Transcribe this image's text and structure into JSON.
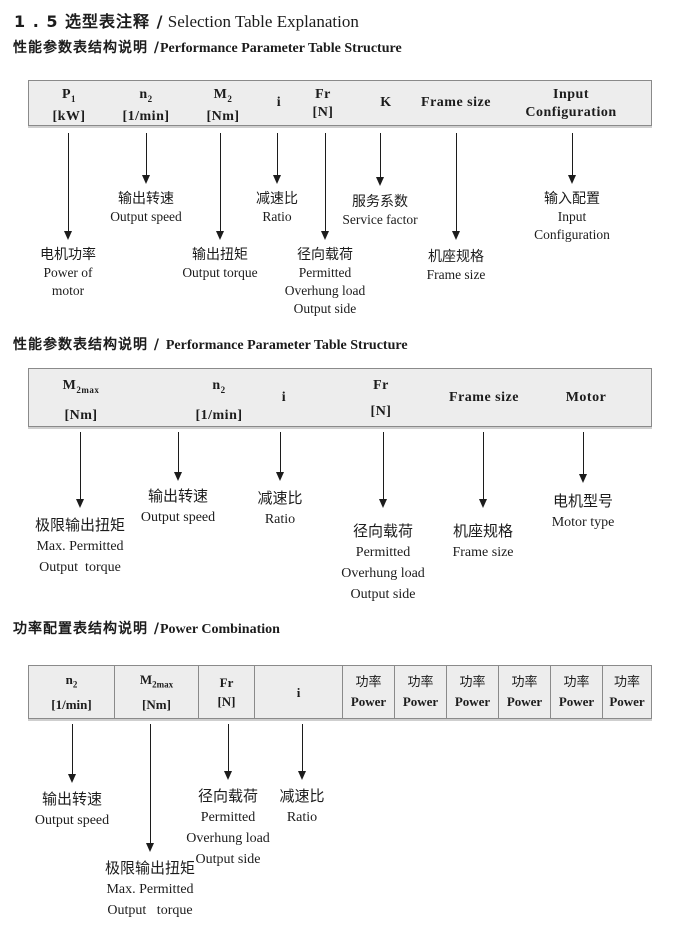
{
  "page": {
    "title_zh": "1 . 5 选型表注释 /",
    "title_en": " Selection Table Explanation"
  },
  "colors": {
    "table_bg": "#ededed",
    "table_border": "#8a8a8a",
    "text": "#1c1c1c",
    "arrow": "#1c1c1c"
  },
  "sections": {
    "s1": {
      "heading_zh": "性能参数表结构说明 /",
      "heading_en": "Performance Parameter Table Structure",
      "columns": [
        {
          "main": "P",
          "sub": "1",
          "unit": "[kW]"
        },
        {
          "main": "n",
          "sub": "2",
          "unit": "[1/min]"
        },
        {
          "main": "M",
          "sub": "2",
          "unit": "[Nm]"
        },
        {
          "main": "i"
        },
        {
          "main": "Fr",
          "unit": "[N]"
        },
        {
          "main": "K"
        },
        {
          "main": "Frame size"
        },
        {
          "line1": "Input",
          "line2": "Configuration"
        }
      ],
      "callouts": [
        {
          "lines": [
            "电机功率",
            "Power of",
            "motor"
          ]
        },
        {
          "lines": [
            "输出转速",
            "Output speed"
          ]
        },
        {
          "lines": [
            "输出扭矩",
            "Output torque"
          ]
        },
        {
          "lines": [
            "减速比",
            "Ratio"
          ]
        },
        {
          "lines": [
            "径向载荷",
            "Permitted",
            "Overhung load",
            "Output side"
          ]
        },
        {
          "lines": [
            "服务系数",
            "Service factor"
          ]
        },
        {
          "lines": [
            "机座规格",
            "Frame size"
          ]
        },
        {
          "lines": [
            "输入配置",
            "Input",
            "Configuration"
          ]
        }
      ]
    },
    "s2": {
      "heading_zh": "性能参数表结构说明 / ",
      "heading_en": "Performance Parameter Table Structure",
      "columns": [
        {
          "main": "M",
          "sub": "2max",
          "unit": "[Nm]"
        },
        {
          "main": "n",
          "sub": "2",
          "unit": "[1/min]"
        },
        {
          "main": "i"
        },
        {
          "main": "Fr",
          "unit": "[N]"
        },
        {
          "main": "Frame size"
        },
        {
          "main": "Motor"
        }
      ],
      "callouts": [
        {
          "lines": [
            "极限输出扭矩",
            "Max. Permitted",
            "Output  torque"
          ]
        },
        {
          "lines": [
            "输出转速",
            "Output speed"
          ]
        },
        {
          "lines": [
            "减速比",
            "Ratio"
          ]
        },
        {
          "lines": [
            "径向载荷",
            "Permitted",
            "Overhung load",
            "Output side"
          ]
        },
        {
          "lines": [
            "机座规格",
            "Frame size"
          ]
        },
        {
          "lines": [
            "电机型号",
            "Motor type"
          ]
        }
      ]
    },
    "s3": {
      "heading_zh": "功率配置表结构说明 /",
      "heading_en": "Power Combination",
      "columns": [
        {
          "main": "n",
          "sub": "2",
          "unit": "[1/min]"
        },
        {
          "main": "M",
          "sub": "2max",
          "unit": "[Nm]"
        },
        {
          "main": "Fr",
          "unit": "[N]"
        },
        {
          "main": "i"
        }
      ],
      "power_cell": {
        "zh": "功率",
        "en": "Power"
      },
      "power_count": 6,
      "callouts": [
        {
          "lines": [
            "输出转速",
            "Output speed"
          ]
        },
        {
          "lines": [
            "极限输出扭矩",
            "Max. Permitted",
            "Output   torque"
          ]
        },
        {
          "lines": [
            "径向载荷",
            "Permitted",
            "Overhung load",
            "Output side"
          ]
        },
        {
          "lines": [
            "减速比",
            "Ratio"
          ]
        }
      ]
    }
  }
}
